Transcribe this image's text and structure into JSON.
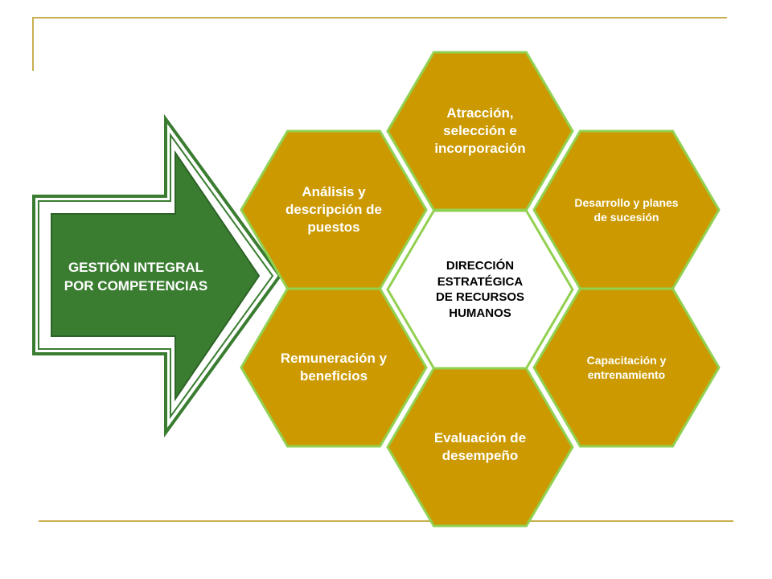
{
  "colors": {
    "frame_line": "#c8b04f",
    "hex_fill": "#cc9a00",
    "hex_border": "#92d050",
    "center_fill": "#ffffff",
    "arrow_fill": "#3a7d31",
    "arrow_border": "#3a7d31",
    "text_light": "#ffffff",
    "text_dark": "#000000"
  },
  "arrow": {
    "label": "GESTIÓN INTEGRAL POR COMPETENCIAS"
  },
  "center": {
    "label": "DIRECCIÓN ESTRATÉGICA DE RECURSOS HUMANOS"
  },
  "hexagons": [
    {
      "label": "Atracción, selección e incorporación"
    },
    {
      "label": "Análisis y descripción de puestos"
    },
    {
      "label": "Desarrollo y planes de sucesión"
    },
    {
      "label": "Remuneración y beneficios"
    },
    {
      "label": "Capacitación y entrenamiento"
    },
    {
      "label": "Evaluación de desempeño"
    }
  ]
}
